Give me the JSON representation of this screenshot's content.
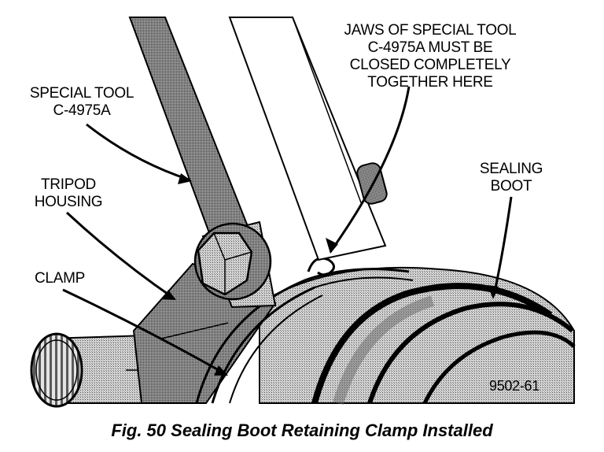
{
  "labels": {
    "jaws": "JAWS OF SPECIAL TOOL\nC-4975A MUST BE\nCLOSED COMPLETELY\nTOGETHER HERE",
    "special_tool": "SPECIAL TOOL\nC-4975A",
    "tripod_housing": "TRIPOD\nHOUSING",
    "clamp": "CLAMP",
    "sealing_boot": "SEALING\nBOOT",
    "figure_id": "9502-61"
  },
  "caption": "Fig. 50 Sealing Boot Retaining Clamp Installed"
}
